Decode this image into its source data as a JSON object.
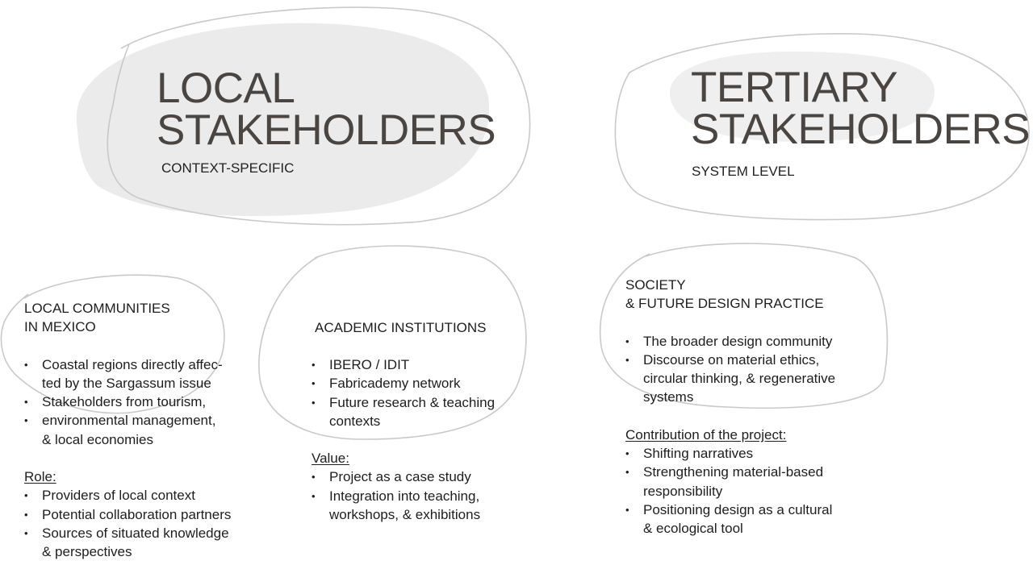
{
  "colors": {
    "heading": "#4a4541",
    "blob": "#ebebeb",
    "outline": "#c9c9c9"
  },
  "local": {
    "title_1": "LOCAL",
    "title_2": "STAKEHOLDERS",
    "subtitle": "CONTEXT-SPECIFIC"
  },
  "tertiary": {
    "title_1": "TERTIARY",
    "title_2": "STAKEHOLDERS",
    "subtitle": "SYSTEM LEVEL"
  },
  "communities": {
    "heading": "LOCAL COMMUNITIES\nIN MEXICO",
    "items": [
      "Coastal regions directly affec-\nted by the Sargassum issue",
      "Stakeholders from tourism,",
      "environmental management,\n& local economies"
    ],
    "label": "Role:",
    "role_items": [
      "Providers of local context",
      "Potential collaboration partners",
      "Sources of situated knowledge\n& perspectives"
    ]
  },
  "academic": {
    "heading": "ACADEMIC INSTITUTIONS",
    "items": [
      "IBERO / IDIT",
      "Fabricademy network",
      "Future research & teaching\ncontexts"
    ],
    "label": "Value:",
    "value_items": [
      "Project as a case study",
      "Integration into teaching,\nworkshops, & exhibitions"
    ]
  },
  "society": {
    "heading": "SOCIETY\n& FUTURE DESIGN PRACTICE",
    "items": [
      "The broader design community",
      "Discourse on material ethics,\ncircular thinking, & regenerative\nsystems"
    ],
    "label": "Contribution of the project:",
    "contribution_items": [
      "Shifting narratives",
      "Strengthening material-based\nresponsibility",
      "Positioning design as a cultural\n& ecological tool"
    ]
  }
}
